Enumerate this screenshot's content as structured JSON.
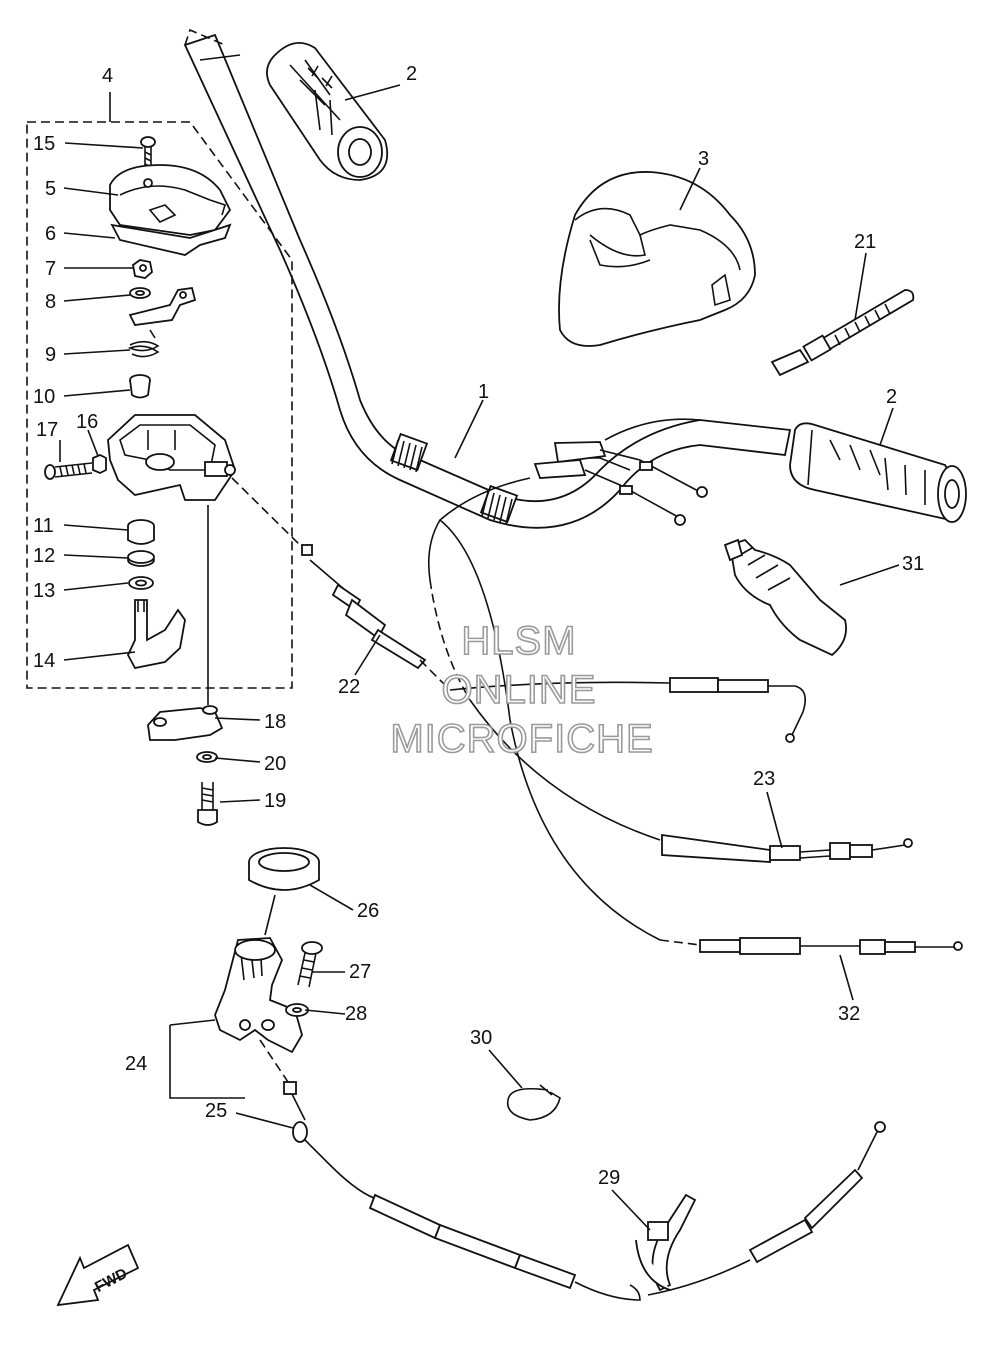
{
  "labels": {
    "l1": "1",
    "l2a": "2",
    "l2b": "2",
    "l3": "3",
    "l4": "4",
    "l5": "5",
    "l6": "6",
    "l7": "7",
    "l8": "8",
    "l9": "9",
    "l10": "10",
    "l11": "11",
    "l12": "12",
    "l13": "13",
    "l14": "14",
    "l15": "15",
    "l16": "16",
    "l17": "17",
    "l18": "18",
    "l19": "19",
    "l20": "20",
    "l21": "21",
    "l22": "22",
    "l23": "23",
    "l24": "24",
    "l25": "25",
    "l26": "26",
    "l27": "27",
    "l28": "28",
    "l29": "29",
    "l30": "30",
    "l31": "31",
    "l32": "32"
  },
  "watermark": {
    "line1": "HLSM",
    "line2": "ONLINE",
    "line3": "MICROFICHE"
  },
  "fwd_label": "FWD"
}
